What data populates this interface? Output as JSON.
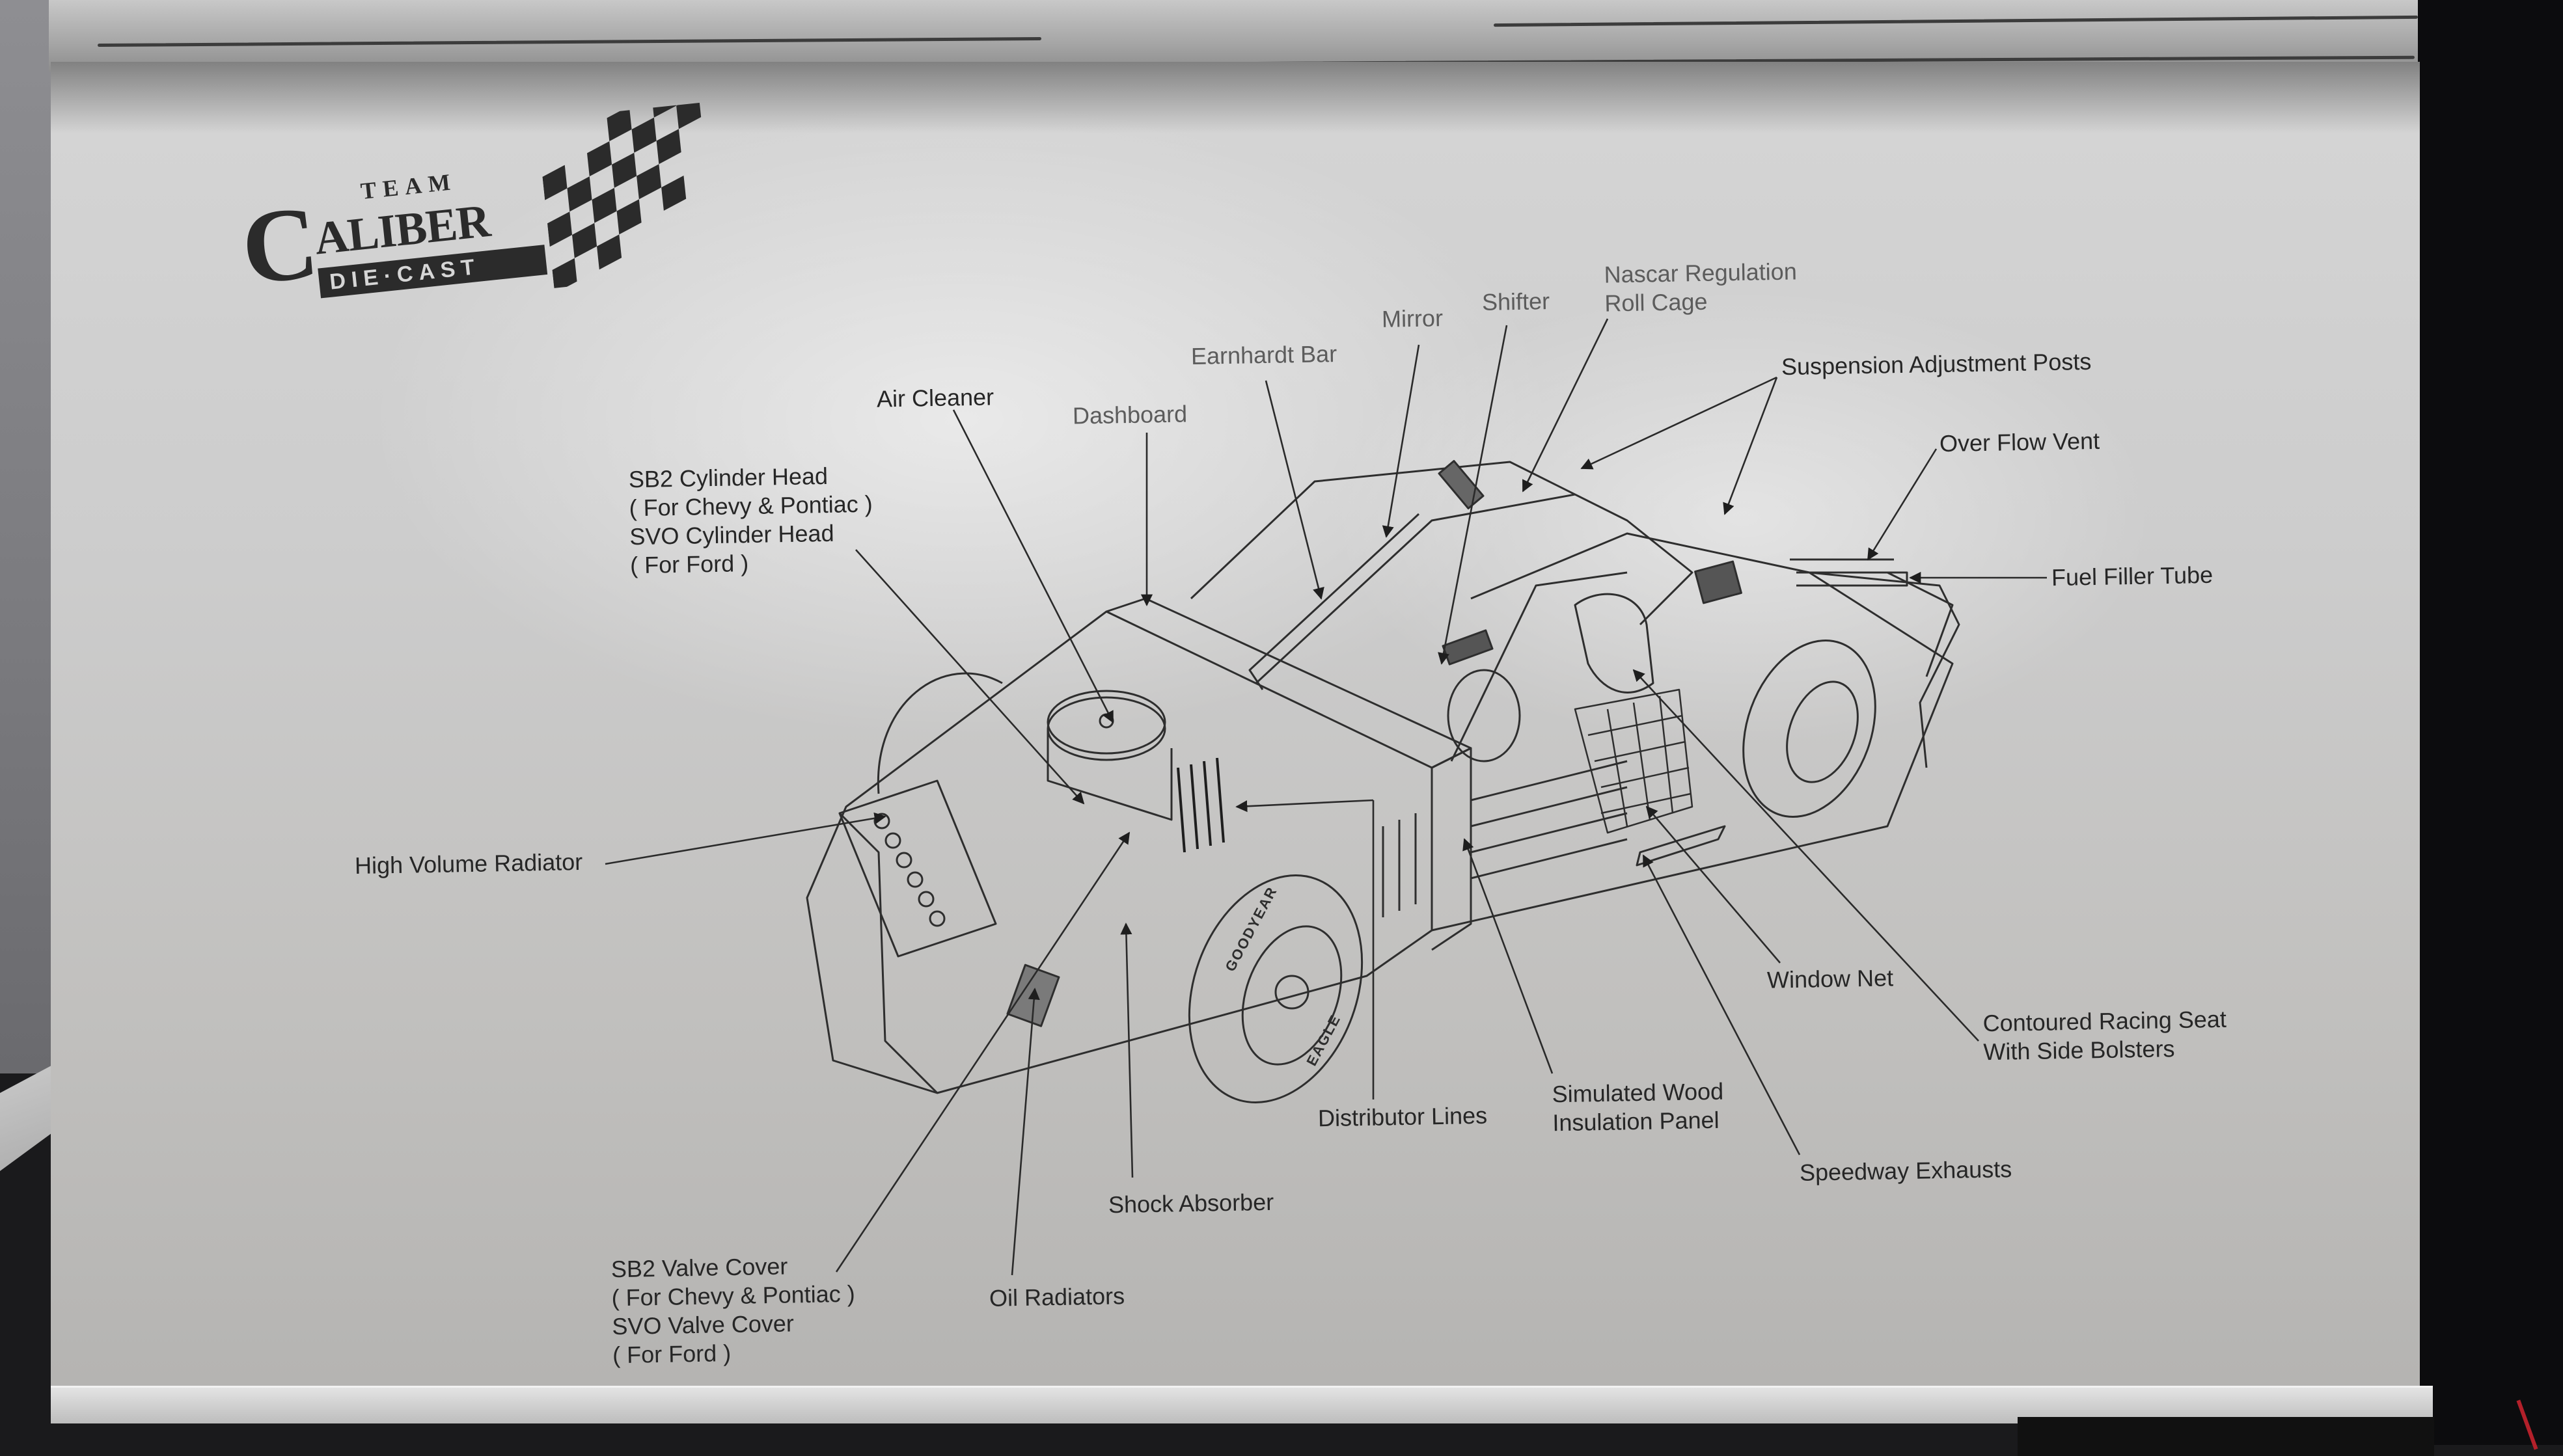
{
  "logo": {
    "line1": "TEAM",
    "initial": "C",
    "line2": "ALIBER",
    "line3": "DIE·CAST"
  },
  "diagram": {
    "subject": "race-car-cutaway",
    "tire_brand": "GOODYEAR",
    "tire_model": "EAGLE",
    "labels": {
      "nascar_roll_cage": [
        "Nascar Regulation",
        "Roll Cage"
      ],
      "shifter": "Shifter",
      "mirror": "Mirror",
      "earnhardt_bar": "Earnhardt Bar",
      "air_cleaner": "Air Cleaner",
      "dashboard": "Dashboard",
      "suspension_posts": "Suspension Adjustment Posts",
      "over_flow_vent": "Over Flow Vent",
      "fuel_filler_tube": "Fuel Filler Tube",
      "cylinder_head": [
        "SB2 Cylinder Head",
        "( For Chevy & Pontiac )",
        "SVO Cylinder Head",
        "( For Ford )"
      ],
      "radiator": "High Volume Radiator",
      "window_net": "Window Net",
      "racing_seat": [
        "Contoured Racing Seat",
        "With Side Bolsters"
      ],
      "distributor_lines": "Distributor Lines",
      "wood_panel": [
        "Simulated Wood",
        "Insulation Panel"
      ],
      "speedway_exhausts": "Speedway Exhausts",
      "shock_absorber": "Shock Absorber",
      "valve_cover": [
        "SB2 Valve Cover",
        "( For Chevy & Pontiac )",
        "SVO Valve Cover",
        "( For Ford )"
      ],
      "oil_radiators": "Oil Radiators"
    }
  },
  "colors": {
    "ink": "#262626",
    "paper": "#cfcfcf",
    "backdrop": "#0c0c0e"
  }
}
